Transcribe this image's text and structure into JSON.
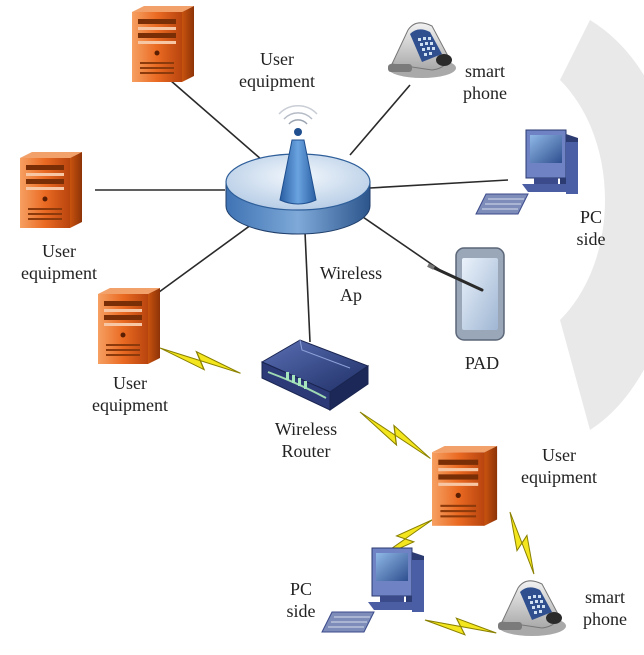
{
  "colors": {
    "line": "#2a2a2a",
    "server": "#e8651e",
    "server_dark": "#b8440e",
    "ap_top": "#cfe0f2",
    "ap_side": "#2f5f9a",
    "ap_antenna": "#4a8ad0",
    "monitor": "#3b4a8a",
    "lightning": "#f3e61e",
    "watermark": "#e6e6e6"
  },
  "labels": {
    "ue_top": "User\nequipment",
    "ue_left": "User\nequipment",
    "ue_mid": "User\nequipment",
    "ue_bottom": "User\nequipment",
    "phone_top": "smart\nphone",
    "phone_bottom": "smart\nphone",
    "pc_right": "PC\nside",
    "pc_bottom": "PC\nside",
    "ap": "Wireless\nAp",
    "pad": "PAD",
    "router": "Wireless\nRouter"
  },
  "icons": [
    "server-icon",
    "wireless-ap-icon",
    "smartphone-icon",
    "pc-icon",
    "tablet-icon",
    "router-icon",
    "lightning-icon"
  ]
}
